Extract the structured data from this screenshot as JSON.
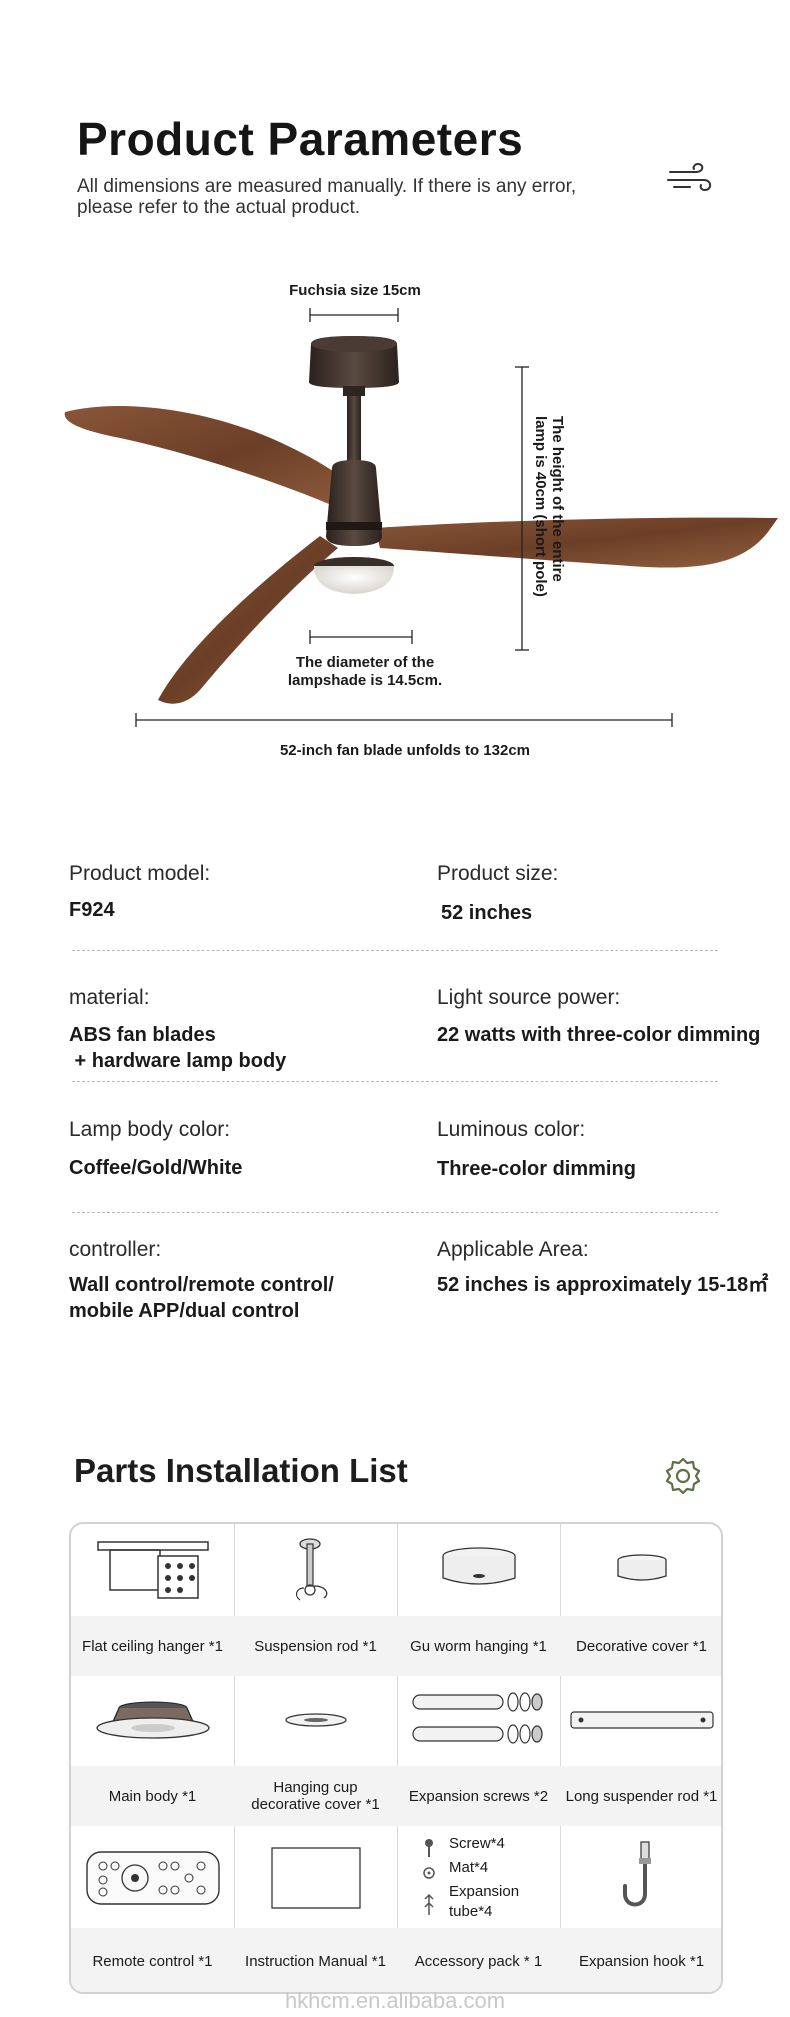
{
  "header": {
    "title": "Product Parameters",
    "subtitle": "All dimensions are measured manually. If there is any error, please refer to the actual product."
  },
  "diagram": {
    "top_label": "Fuchsia size 15cm",
    "height_label": "The height of the entire lamp is 40cm (short pole)",
    "lampshade_label": "The diameter of the lampshade is 14.5cm.",
    "blade_label": "52-inch fan blade unfolds to 132cm"
  },
  "specs": [
    {
      "label_left": "Product model:",
      "value_left": "F924",
      "label_right": "Product size:",
      "value_right": "52 inches"
    },
    {
      "label_left": "material:",
      "value_left": "ABS fan blades\n + hardware lamp body",
      "label_right": "Light source power:",
      "value_right": "22 watts with three-color dimming"
    },
    {
      "label_left": "Lamp body color:",
      "value_left": "Coffee/Gold/White",
      "label_right": "Luminous color:",
      "value_right": "Three-color dimming"
    },
    {
      "label_left": "controller:",
      "value_left": "Wall control/remote control/\nmobile APP/dual control",
      "label_right": "Applicable Area:",
      "value_right": "52 inches is approximately 15-18㎡"
    }
  ],
  "parts": {
    "title": "Parts Installation List",
    "items": [
      {
        "icon": "ceiling-hanger-icon",
        "label": "Flat ceiling hanger *1"
      },
      {
        "icon": "suspension-rod-icon",
        "label": "Suspension rod *1"
      },
      {
        "icon": "worm-hanging-icon",
        "label": "Gu worm hanging *1"
      },
      {
        "icon": "decorative-cover-icon",
        "label": "Decorative cover *1"
      },
      {
        "icon": "main-body-icon",
        "label": "Main body *1"
      },
      {
        "icon": "hanging-cup-cover-icon",
        "label": "Hanging cup decorative cover *1"
      },
      {
        "icon": "expansion-screws-icon",
        "label": "Expansion screws *2"
      },
      {
        "icon": "long-rod-icon",
        "label": "Long suspender rod *1"
      },
      {
        "icon": "remote-control-icon",
        "label": "Remote control *1"
      },
      {
        "icon": "manual-icon",
        "label": "Instruction Manual *1"
      },
      {
        "icon": "accessory-pack-icon",
        "label": "Accessory pack * 1"
      },
      {
        "icon": "expansion-hook-icon",
        "label": "Expansion hook *1"
      }
    ],
    "accessory_lines": [
      "Screw*4",
      "Mat*4",
      "Expansion",
      "tube*4"
    ]
  },
  "watermark": "hkhcm.en.alibaba.com",
  "colors": {
    "wood": "#7a4a30",
    "metal": "#3b302b",
    "gear": "#5d7146"
  }
}
